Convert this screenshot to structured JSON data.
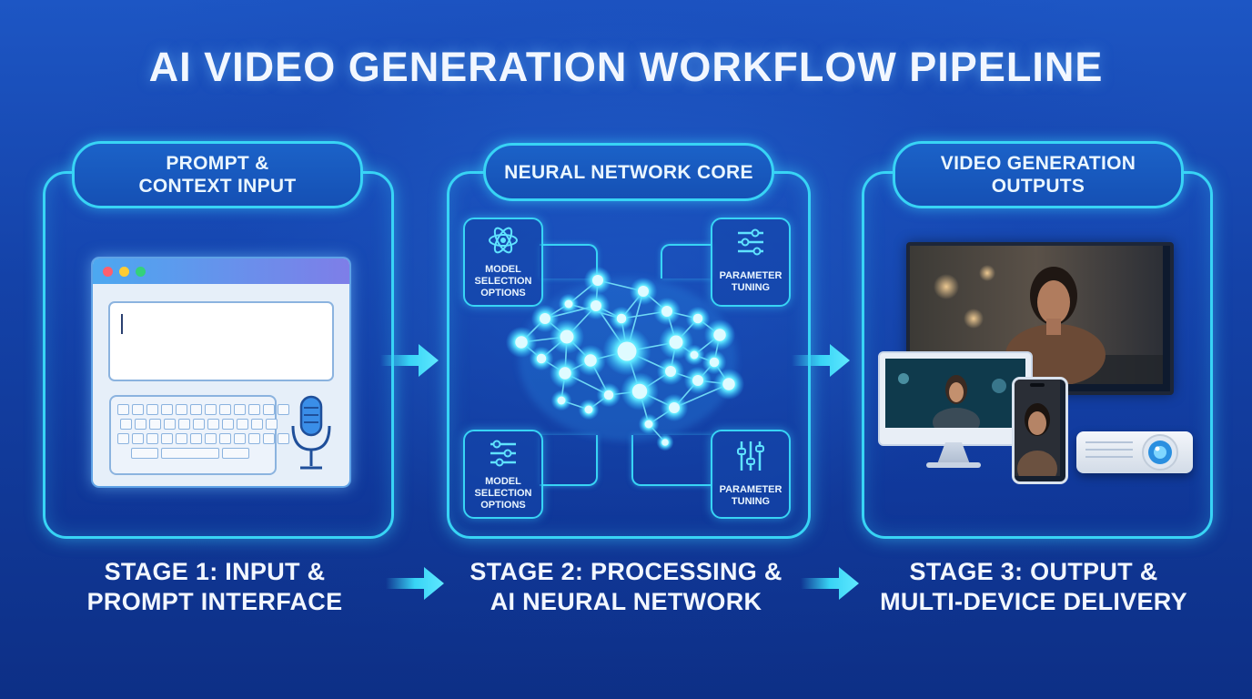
{
  "title": "AI VIDEO GENERATION WORKFLOW PIPELINE",
  "colors": {
    "accent": "#38d4f5",
    "background": "#1442a8",
    "text": "#f2f7ff"
  },
  "stages": [
    {
      "header_lines": [
        "PROMPT &",
        "CONTEXT INPUT"
      ],
      "label_lines": [
        "STAGE 1: INPUT &",
        "PROMPT INTERFACE"
      ],
      "icons": [
        "browser-window-icon",
        "keyboard-icon",
        "microphone-icon"
      ]
    },
    {
      "header_lines": [
        "NEURAL NETWORK CORE"
      ],
      "label_lines": [
        "STAGE 2: PROCESSING &",
        "AI NEURAL NETWORK"
      ],
      "icons": [
        "neural-brain-icon"
      ],
      "side_boxes": [
        {
          "lines": [
            "MODEL",
            "SELECTION",
            "OPTIONS"
          ],
          "icon": "atom-icon"
        },
        {
          "lines": [
            "PARAMETER",
            "TUNING"
          ],
          "icon": "sliders-icon"
        },
        {
          "lines": [
            "MODEL",
            "SELECTION",
            "OPTIONS"
          ],
          "icon": "sliders-icon"
        },
        {
          "lines": [
            "PARAMETER",
            "TUNING"
          ],
          "icon": "equalizer-icon"
        }
      ]
    },
    {
      "header_lines": [
        "VIDEO GENERATION",
        "OUTPUTS"
      ],
      "label_lines": [
        "STAGE 3: OUTPUT &",
        "MULTI-DEVICE DELIVERY"
      ],
      "icons": [
        "tv-icon",
        "desktop-monitor-icon",
        "smartphone-icon",
        "projector-icon"
      ]
    }
  ]
}
